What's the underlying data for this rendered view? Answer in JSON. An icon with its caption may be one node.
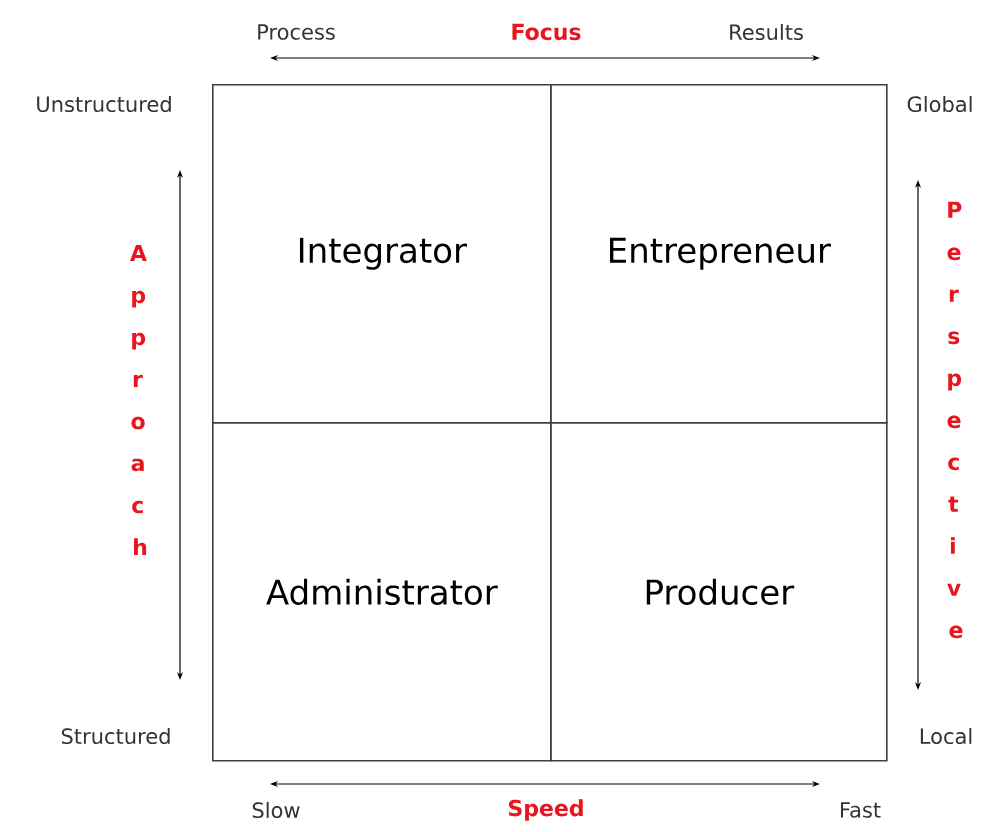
{
  "diagram": {
    "nodes": [
      {
        "text": [
          "Integrator"
        ]
      },
      {
        "text": [
          "Entrepreneur"
        ]
      },
      {
        "text": [
          "Administrator"
        ]
      },
      {
        "text": [
          "Producer"
        ]
      }
    ],
    "labels": [
      "Process",
      "Focus",
      "Results",
      "Unstructured",
      "Global",
      "Approach",
      "Perspective",
      "Structured",
      "Local",
      "Slow",
      "Speed",
      "Fast"
    ]
  }
}
